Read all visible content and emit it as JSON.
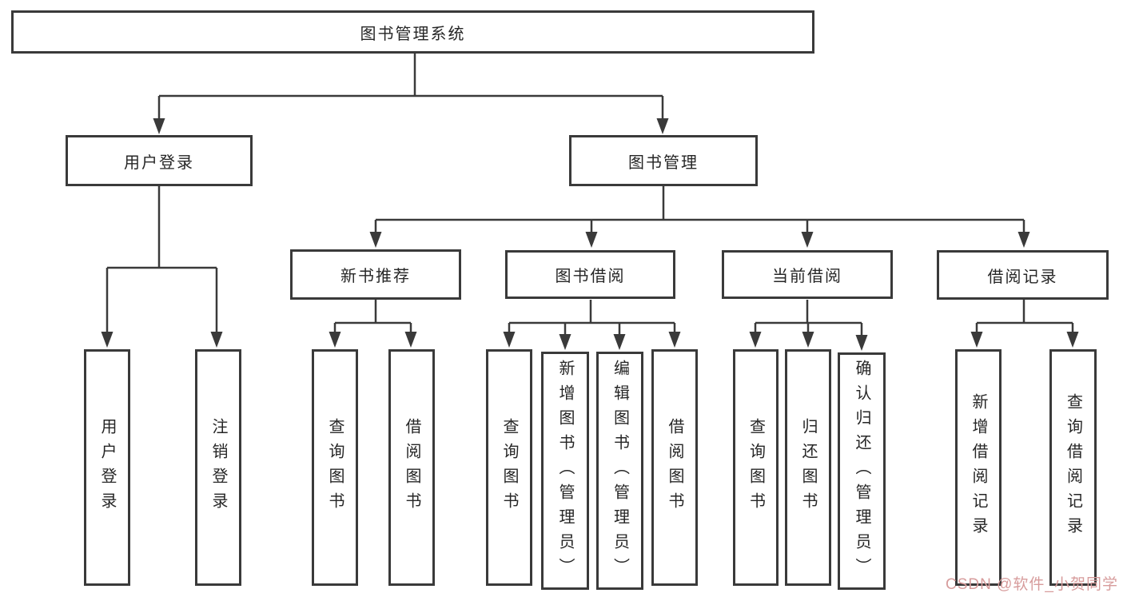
{
  "tree": {
    "root": "图书管理系统",
    "branches": [
      {
        "label": "用户登录",
        "children": [
          "用户登录",
          "注销登录"
        ]
      },
      {
        "label": "图书管理",
        "groups": [
          {
            "label": "新书推荐",
            "children": [
              "查询图书",
              "借阅图书"
            ]
          },
          {
            "label": "图书借阅",
            "children": [
              "查询图书",
              "新增图书（管理员）",
              "编辑图书（管理员）",
              "借阅图书"
            ]
          },
          {
            "label": "当前借阅",
            "children": [
              "查询图书",
              "归还图书",
              "确认归还（管理员）"
            ]
          },
          {
            "label": "借阅记录",
            "children": [
              "新增借阅记录",
              "查询借阅记录"
            ]
          }
        ]
      }
    ]
  },
  "watermark": {
    "text": "CSDN @软件_小贺同学"
  },
  "colors": {
    "line": "#3a3a3a",
    "box_border": "#3a3a3a",
    "text": "#262626",
    "background": "#ffffff",
    "watermark": "#d79c9c"
  }
}
